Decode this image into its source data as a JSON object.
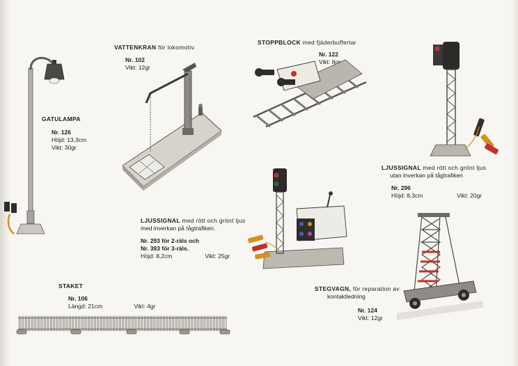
{
  "products": {
    "gatulampa": {
      "title": "GATULAMPA",
      "nr": "Nr. 126",
      "height": "Höjd: 13,3cm",
      "weight": "Vikt: 30gr"
    },
    "vattenkran": {
      "title": "VATTENKRAN",
      "subtitle": "för lokomotiv.",
      "nr": "Nr. 102",
      "weight": "Vikt: 12gr"
    },
    "stoppblock": {
      "title": "STOPPBLOCK",
      "subtitle": "med fjäderbuffertar",
      "nr": "Nr. 122",
      "weight": "Vikt: 8gr"
    },
    "ljussignal_utan": {
      "title": "LJUSSIGNAL",
      "subtitle": "med rött och grönt ljus",
      "line2": "utan inverkan på tågtrafiken",
      "nr": "Nr. 296",
      "height": "Höjd: 8,3cm",
      "weight": "Vikt: 20gr"
    },
    "ljussignal_med": {
      "title": "LJUSSIGNAL",
      "subtitle": "med rött och grönt ljus",
      "line2": "med inverkan på tågtrafiken.",
      "nr1": "Nr. 293 för 2-räls och",
      "nr2": "Nr. 393 för 3-räls.",
      "height": "Höjd: 8,2cm",
      "weight": "Vikt: 25gr"
    },
    "staket": {
      "title": "STAKET",
      "nr": "Nr. 106",
      "length": "Längd: 21cm",
      "weight": "Vikt: 4gr"
    },
    "stegvagn": {
      "title": "STEGVAGN,",
      "subtitle": "för reparation av",
      "line2": "kontaktledning",
      "nr": "Nr. 124",
      "weight": "Vikt: 12gr"
    }
  },
  "colors": {
    "paper": "#f7f6f2",
    "ink": "#1e1d1b",
    "metal": "#9a9890",
    "signal_red": "#c0322a",
    "wire_orange": "#d4901c"
  }
}
